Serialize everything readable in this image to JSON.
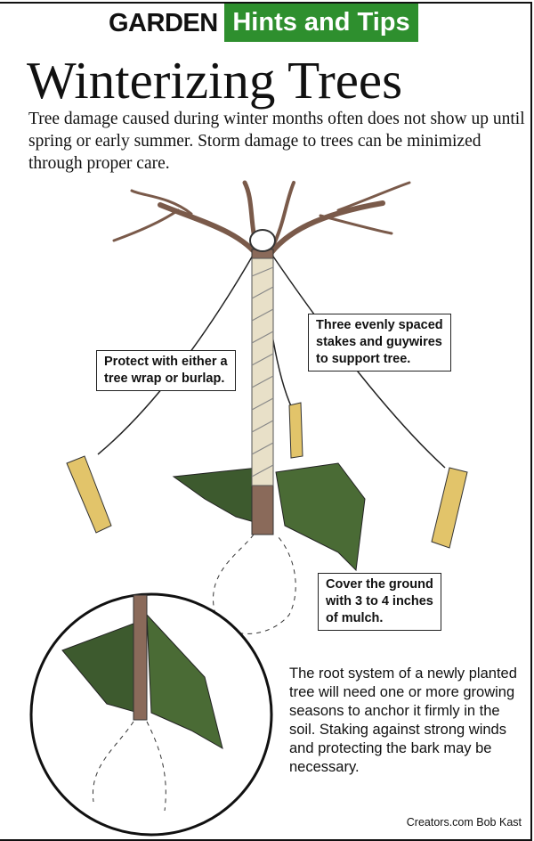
{
  "header": {
    "section": "GARDEN",
    "badge": "Hints and Tips",
    "badge_color": "#2e8f2e"
  },
  "title": "Winterizing Trees",
  "intro": "Tree damage caused during winter months often does not show up until spring or early summer. Storm damage to trees can be minimized through proper care.",
  "callouts": {
    "wrap": [
      "Protect with either a",
      "tree wrap or burlap."
    ],
    "stakes": [
      "Three evenly spaced",
      "stakes and guywires",
      "to support tree."
    ],
    "mulch": [
      "Cover the ground",
      "with 3 to 4 inches",
      "of mulch."
    ]
  },
  "note": "The root system of a newly planted tree will need one or more growing seasons to anchor it firmly in the soil. Staking against strong winds and protecting the bark may be necessary.",
  "credit": "Creators.com Bob Kast"
}
